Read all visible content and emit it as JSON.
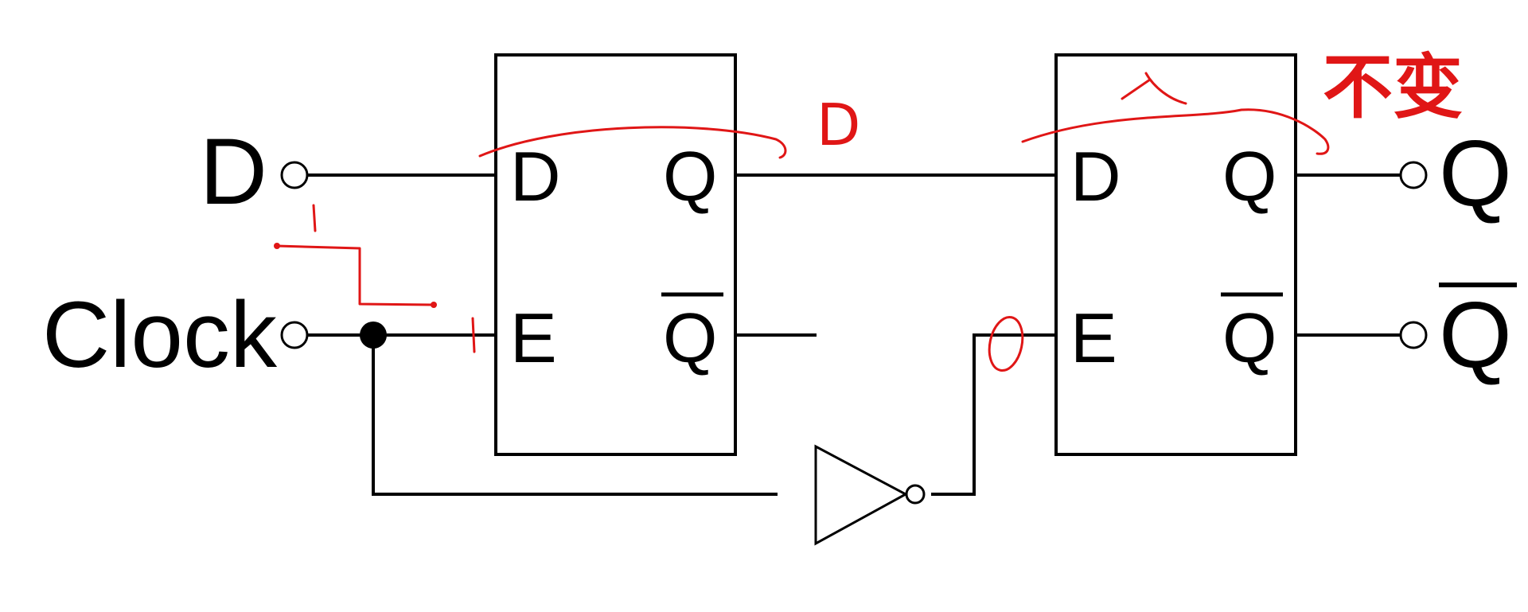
{
  "inputs": {
    "d_label": "D",
    "clock_label": "Clock"
  },
  "outputs": {
    "q_label": "Q",
    "qbar_label": "Q"
  },
  "latch1": {
    "d_pin": "D",
    "e_pin": "E",
    "q_pin": "Q",
    "qbar_pin": "Q"
  },
  "latch2": {
    "d_pin": "D",
    "e_pin": "E",
    "q_pin": "Q",
    "qbar_pin": "Q"
  },
  "annotations": {
    "latch1_output": "D",
    "latch2_input": "×",
    "latch2_enable": "0",
    "result_note": "不变"
  },
  "colors": {
    "ink": "#000000",
    "annotation": "#e01616"
  }
}
